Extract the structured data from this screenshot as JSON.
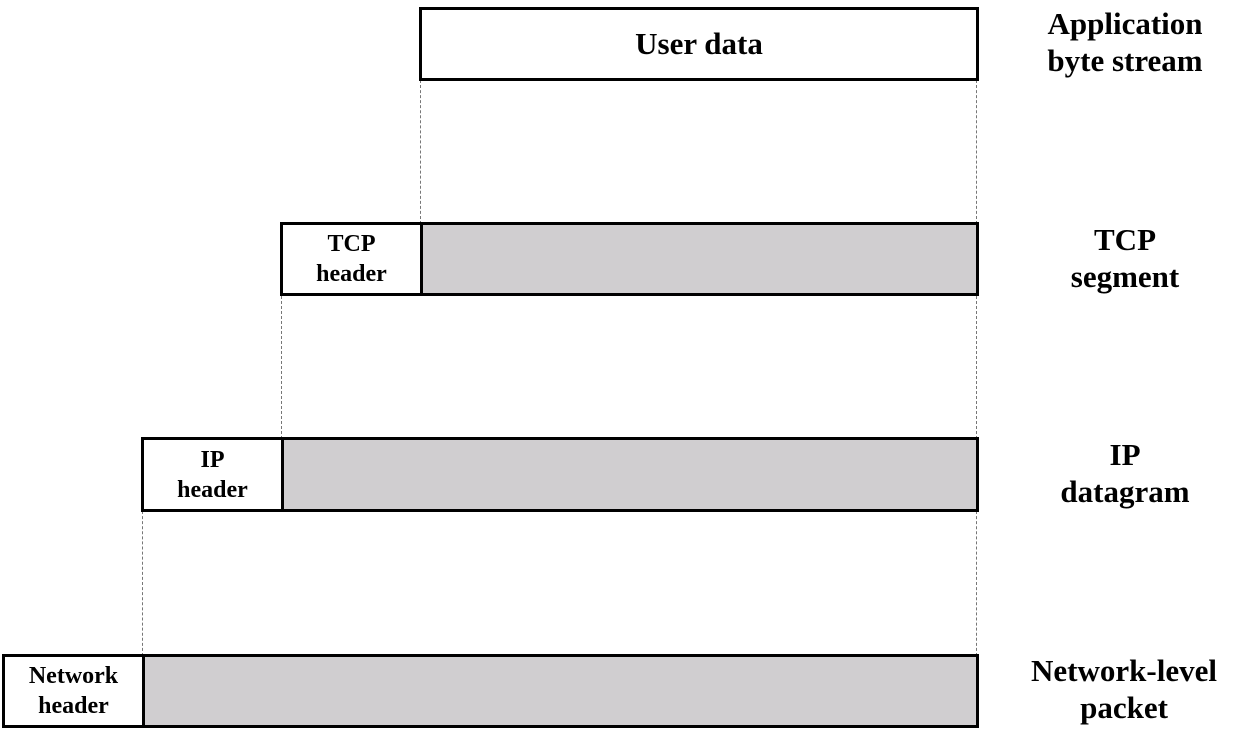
{
  "user_data_label": "User data",
  "headers": {
    "tcp": "TCP\nheader",
    "ip": "IP\nheader",
    "network": "Network\nheader"
  },
  "layers": {
    "application": "Application\nbyte stream",
    "tcp": "TCP\nsegment",
    "ip": "IP\ndatagram",
    "network": "Network-level\npacket"
  },
  "colors": {
    "payload_fill": "#d0ced0",
    "border": "#000000",
    "dashed_guides": "#777777"
  }
}
